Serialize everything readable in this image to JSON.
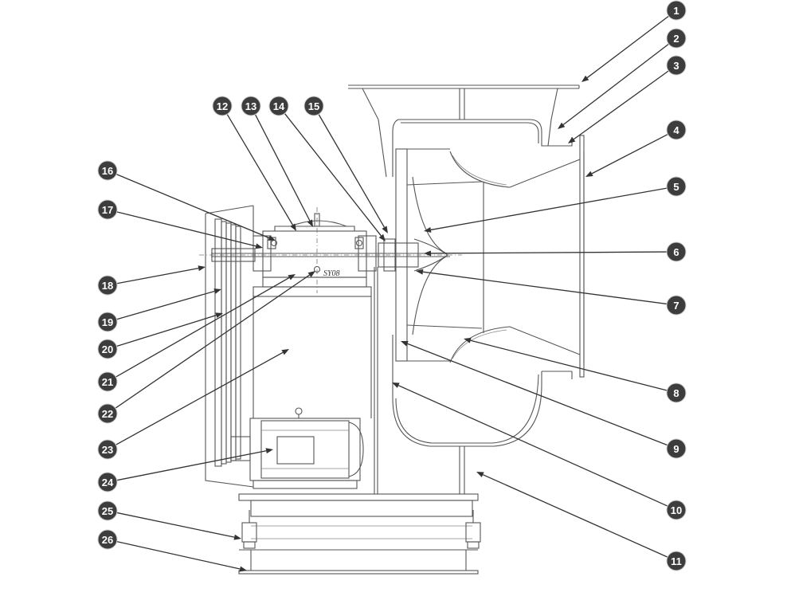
{
  "colors": {
    "line": "#555555",
    "bubble": "#3d3d3d",
    "bubble_text": "#ffffff",
    "leader": "#333333"
  },
  "stamp_text": "SY08",
  "callouts": [
    {
      "id": "1",
      "label": "1"
    },
    {
      "id": "2",
      "label": "2"
    },
    {
      "id": "3",
      "label": "3"
    },
    {
      "id": "4",
      "label": "4"
    },
    {
      "id": "5",
      "label": "5"
    },
    {
      "id": "6",
      "label": "6"
    },
    {
      "id": "7",
      "label": "7"
    },
    {
      "id": "8",
      "label": "8"
    },
    {
      "id": "9",
      "label": "9"
    },
    {
      "id": "10",
      "label": "10"
    },
    {
      "id": "11",
      "label": "11"
    },
    {
      "id": "12",
      "label": "12"
    },
    {
      "id": "13",
      "label": "13"
    },
    {
      "id": "14",
      "label": "14"
    },
    {
      "id": "15",
      "label": "15"
    },
    {
      "id": "16",
      "label": "16"
    },
    {
      "id": "17",
      "label": "17"
    },
    {
      "id": "18",
      "label": "18"
    },
    {
      "id": "19",
      "label": "19"
    },
    {
      "id": "20",
      "label": "20"
    },
    {
      "id": "21",
      "label": "21"
    },
    {
      "id": "22",
      "label": "22"
    },
    {
      "id": "23",
      "label": "23"
    },
    {
      "id": "24",
      "label": "24"
    },
    {
      "id": "25",
      "label": "25"
    },
    {
      "id": "26",
      "label": "26"
    }
  ]
}
